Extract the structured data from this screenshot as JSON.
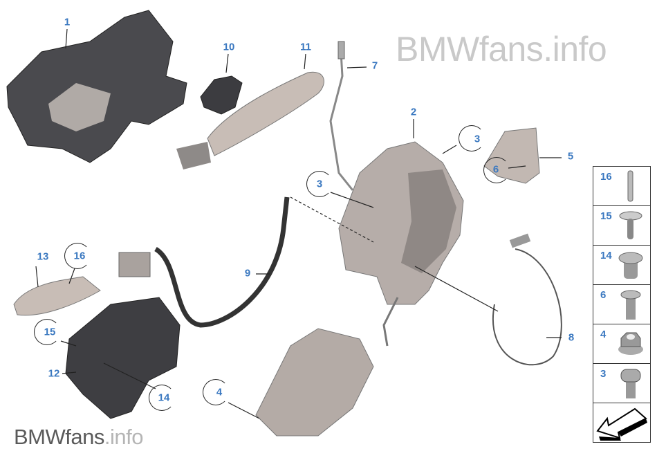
{
  "watermark_top": {
    "brand": "BMWfans",
    "suffix": ".info"
  },
  "watermark_bottom": {
    "brand": "BMWfans",
    "suffix": ".info"
  },
  "callouts": {
    "c1": "1",
    "c10": "10",
    "c11": "11",
    "c7": "7",
    "c2": "2",
    "c3a": "3",
    "c5": "5",
    "c6": "6",
    "c3b": "3",
    "c13": "13",
    "c16": "16",
    "c9": "9",
    "c8": "8",
    "c15": "15",
    "c12": "12",
    "c14": "14",
    "c4": "4"
  },
  "small_parts": [
    {
      "number": "16",
      "icon": "pin-icon"
    },
    {
      "number": "15",
      "icon": "expanding-rivet-icon"
    },
    {
      "number": "14",
      "icon": "expanding-nut-icon"
    },
    {
      "number": "6",
      "icon": "countersunk-screw-icon"
    },
    {
      "number": "4",
      "icon": "hex-collar-nut-icon"
    },
    {
      "number": "3",
      "icon": "torx-screw-icon"
    }
  ]
}
